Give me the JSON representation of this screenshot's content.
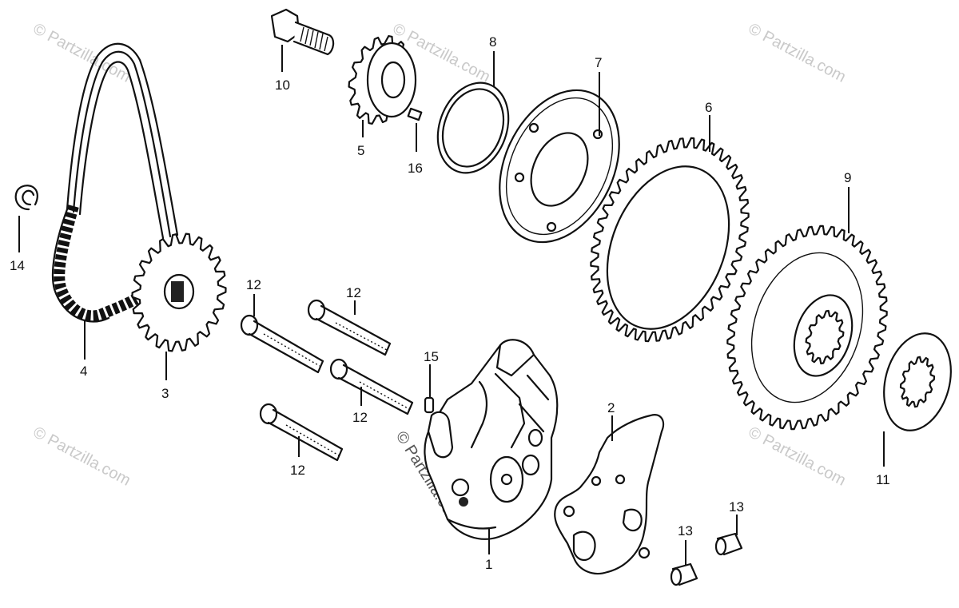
{
  "watermark": "© Partzilla.com",
  "callouts": {
    "c1": "1",
    "c2": "2",
    "c3": "3",
    "c4": "4",
    "c5": "5",
    "c6": "6",
    "c7": "7",
    "c8": "8",
    "c9": "9",
    "c10": "10",
    "c11": "11",
    "c12a": "12",
    "c12b": "12",
    "c12c": "12",
    "c12d": "12",
    "c13a": "13",
    "c13b": "13",
    "c14": "14",
    "c15": "15",
    "c16": "16"
  }
}
